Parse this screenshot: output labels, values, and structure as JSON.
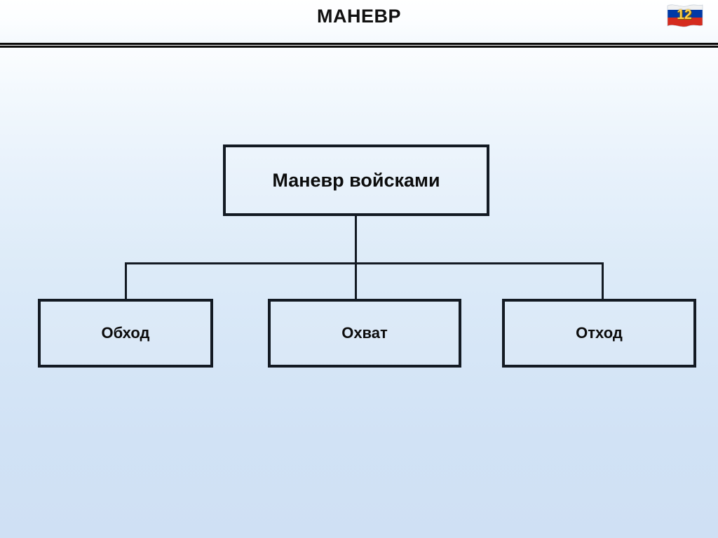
{
  "header": {
    "title": "МАНЕВР",
    "badge": {
      "icon": "russian-flag-icon",
      "number": "12"
    },
    "rule_color": "#0b0b0b",
    "background_color": "#ffffff"
  },
  "theme": {
    "background_top": "#fbfdff",
    "background_bottom": "#cfe0f4",
    "node_border": "#131a23",
    "text_color": "#0c0c0c",
    "badge_number_color": "#ffd24a",
    "flag_white": "#f2f2f2",
    "flag_blue": "#0039a6",
    "flag_red": "#d52b1e"
  },
  "diagram": {
    "type": "tree",
    "root": {
      "label": "Маневр войсками"
    },
    "children": [
      {
        "label": "Обход"
      },
      {
        "label": "Охват"
      },
      {
        "label": "Отход"
      }
    ]
  }
}
